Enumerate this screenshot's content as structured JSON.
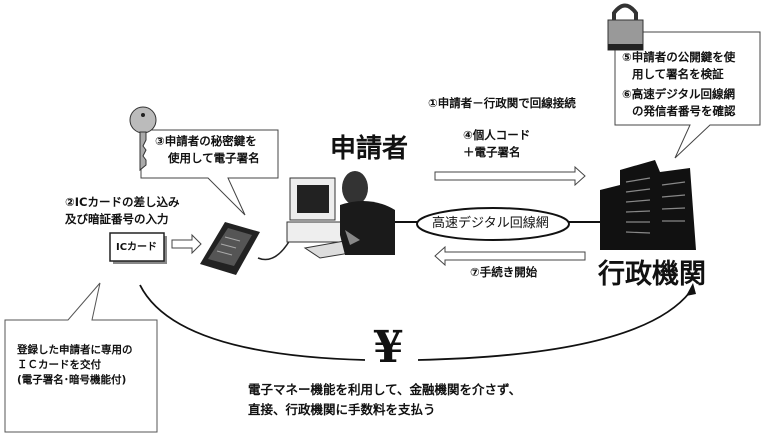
{
  "applicant_label": "申請者",
  "agency_label": "行政機関",
  "network_label": "高速デジタル回線網",
  "ic_card_label": "ICカード",
  "currency_symbol": "¥",
  "steps": {
    "step1": "①申請者－行政関で回線接続",
    "step2": [
      "②ICカードの差し込み",
      "及び暗証番号の入力"
    ],
    "step3": [
      "③申請者の秘密鍵を",
      "使用して電子署名"
    ],
    "step4": [
      "④個人コード",
      "＋電子署名"
    ],
    "step5": [
      "⑤申請者の公開鍵を使",
      "用して署名を検証"
    ],
    "step6": [
      "⑥高速デジタル回線網",
      "の発信者番号を確認"
    ],
    "step7": "⑦手続き開始"
  },
  "registration_note": [
    "登録した申請者に専用の",
    "ＩＣカードを交付",
    "(電子署名･暗号機能付)"
  ],
  "payment_note": [
    "電子マネー機能を利用して、金融機関を介さず、",
    "直接、行政機関に手数料を支払う"
  ]
}
